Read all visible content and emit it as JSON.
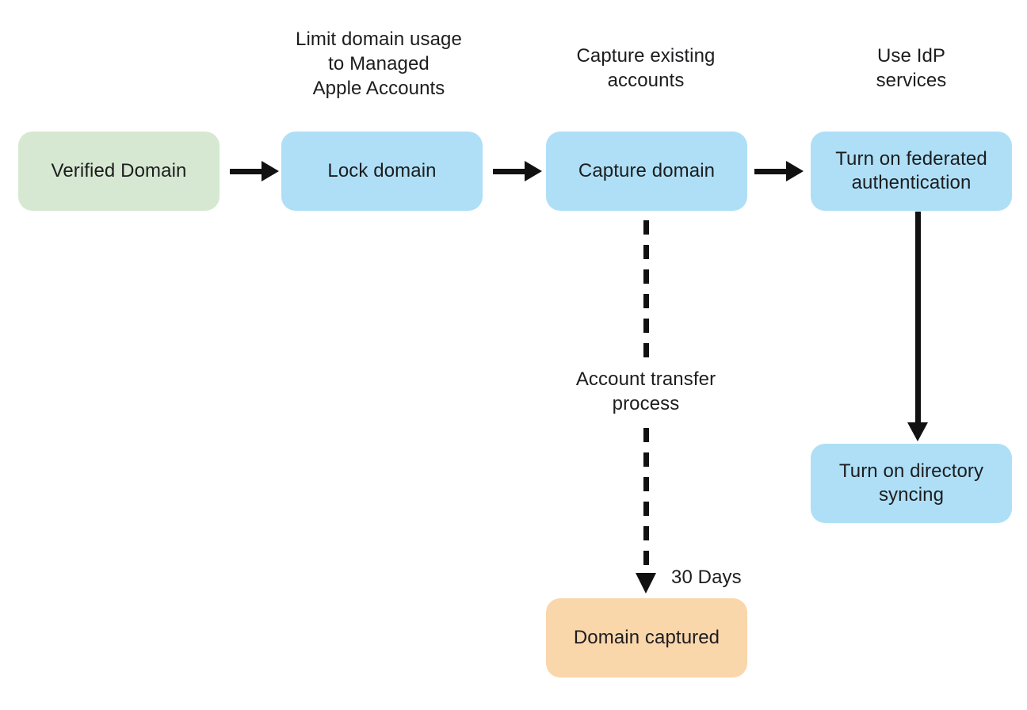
{
  "diagram": {
    "colors": {
      "background": "#ffffff",
      "node_green": "#d6e8d1",
      "node_blue": "#aedff6",
      "node_orange": "#fad6ab",
      "text": "#1d1d1f",
      "arrow": "#111111"
    },
    "column_labels": [
      {
        "text": "Limit domain usage\nto Managed\nApple Accounts"
      },
      {
        "text": "Capture existing\naccounts"
      },
      {
        "text": "Use IdP\nservices"
      }
    ],
    "nodes": [
      {
        "id": "verified-domain",
        "label": "Verified Domain",
        "fill": "#d6e8d1"
      },
      {
        "id": "lock-domain",
        "label": "Lock domain",
        "fill": "#aedff6"
      },
      {
        "id": "capture-domain",
        "label": "Capture domain",
        "fill": "#aedff6"
      },
      {
        "id": "turn-on-federated-authentication",
        "label": "Turn on federated\nauthentication",
        "fill": "#aedff6"
      },
      {
        "id": "turn-on-directory-syncing",
        "label": "Turn on directory\nsyncing",
        "fill": "#aedff6"
      },
      {
        "id": "domain-captured",
        "label": "Domain captured",
        "fill": "#fad6ab"
      }
    ],
    "edges": [
      {
        "from": "verified-domain",
        "to": "lock-domain",
        "style": "solid"
      },
      {
        "from": "lock-domain",
        "to": "capture-domain",
        "style": "solid"
      },
      {
        "from": "capture-domain",
        "to": "turn-on-federated-authentication",
        "style": "solid"
      },
      {
        "from": "capture-domain",
        "to": "domain-captured",
        "style": "dashed",
        "label": "Account transfer process",
        "annotation": "30 Days"
      },
      {
        "from": "turn-on-federated-authentication",
        "to": "turn-on-directory-syncing",
        "style": "solid"
      }
    ],
    "edge_labels": {
      "account_transfer": "Account transfer\nprocess",
      "duration": "30 Days"
    }
  }
}
